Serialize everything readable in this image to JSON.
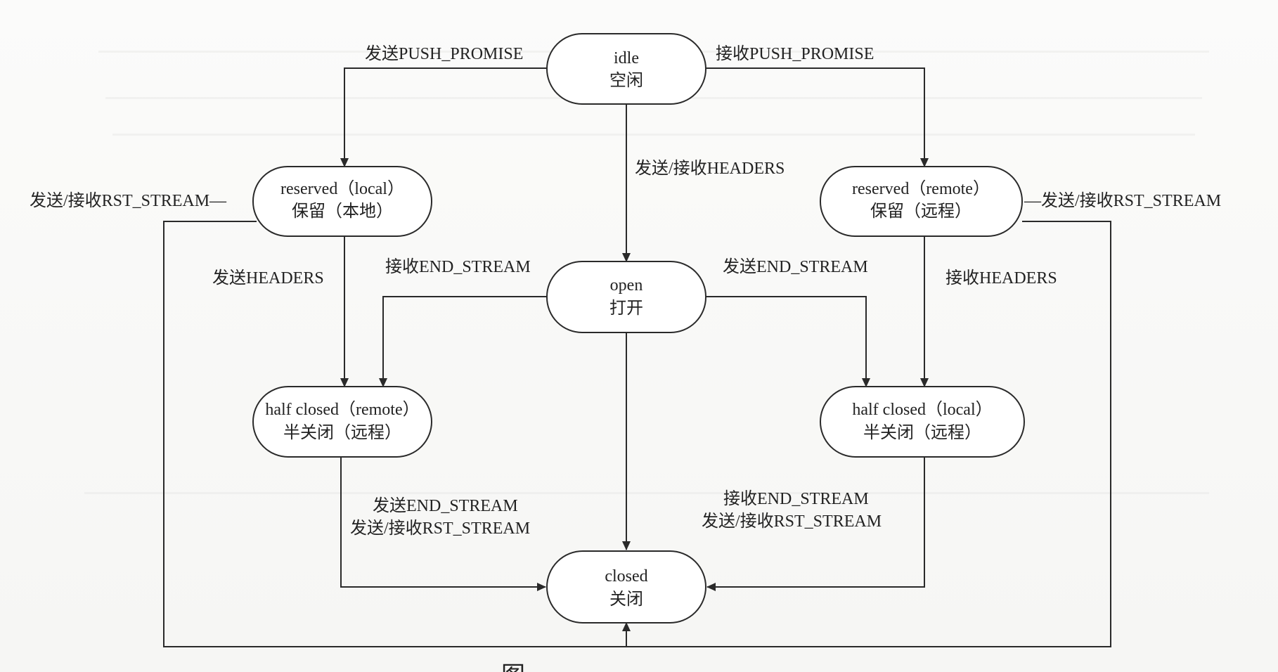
{
  "nodes": {
    "idle": {
      "line1": "idle",
      "line2": "空闲"
    },
    "reserved_local": {
      "line1": "reserved（local）",
      "line2": "保留（本地）"
    },
    "reserved_remote": {
      "line1": "reserved（remote）",
      "line2": "保留（远程）"
    },
    "open": {
      "line1": "open",
      "line2": "打开"
    },
    "half_closed_remote": {
      "line1": "half closed（remote）",
      "line2": "半关闭（远程）"
    },
    "half_closed_local": {
      "line1": "half closed（local）",
      "line2": "半关闭（远程）"
    },
    "closed": {
      "line1": "closed",
      "line2": "关闭"
    }
  },
  "edges": {
    "send_push_promise": "发送PUSH_PROMISE",
    "recv_push_promise": "接收PUSH_PROMISE",
    "send_recv_headers": "发送/接收HEADERS",
    "rst_left": "发送/接收RST_STREAM—",
    "rst_right": "—发送/接收RST_STREAM",
    "send_headers": "发送HEADERS",
    "recv_headers": "接收HEADERS",
    "recv_end_stream_open": "接收END_STREAM",
    "send_end_stream_open": "发送END_STREAM",
    "hcr_line1": "发送END_STREAM",
    "hcr_line2": "发送/接收RST_STREAM",
    "hcl_line1": "接收END_STREAM",
    "hcl_line2": "发送/接收RST_STREAM"
  },
  "caption": "图"
}
